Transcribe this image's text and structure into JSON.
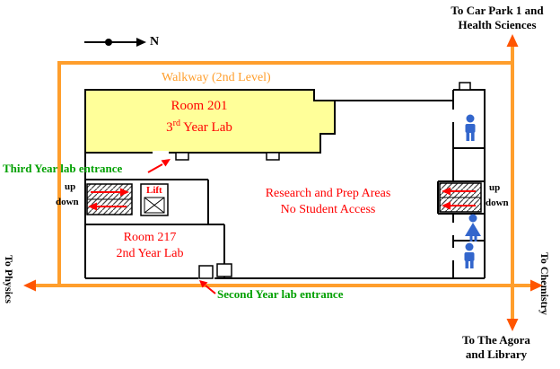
{
  "colors": {
    "walkway_orange": "#FF9E2C",
    "room_fill_yellow": "#FFFF99",
    "label_red": "#FF0000",
    "label_green": "#00A000",
    "icon_blue": "#3366CC",
    "arrow_red": "#FF4500",
    "wall_black": "#000000"
  },
  "compass": {
    "label": "N"
  },
  "walkway": {
    "label": "Walkway (2nd Level)"
  },
  "destinations": {
    "car_park": {
      "line1": "To Car Park 1 and",
      "line2": "Health Sciences"
    },
    "physics": "To Physics",
    "chemistry": "To Chemistry",
    "agora": {
      "line1": "To The Agora",
      "line2": "and Library"
    }
  },
  "rooms": {
    "room201": {
      "name": "Room 201",
      "sub_prefix": "3",
      "sub_sup": "rd",
      "sub_rest": " Year Lab"
    },
    "room217": {
      "name": "Room 217",
      "subtitle": "2nd Year Lab"
    },
    "research": {
      "line1": "Research and Prep Areas",
      "line2": "No Student Access"
    }
  },
  "entrances": {
    "third_year": "Third Year lab entrance",
    "second_year": "Second Year lab entrance"
  },
  "stairs": {
    "left": {
      "up": "up",
      "down": "down"
    },
    "right": {
      "up": "up",
      "down": "down"
    }
  },
  "lift": {
    "label": "Lift"
  }
}
